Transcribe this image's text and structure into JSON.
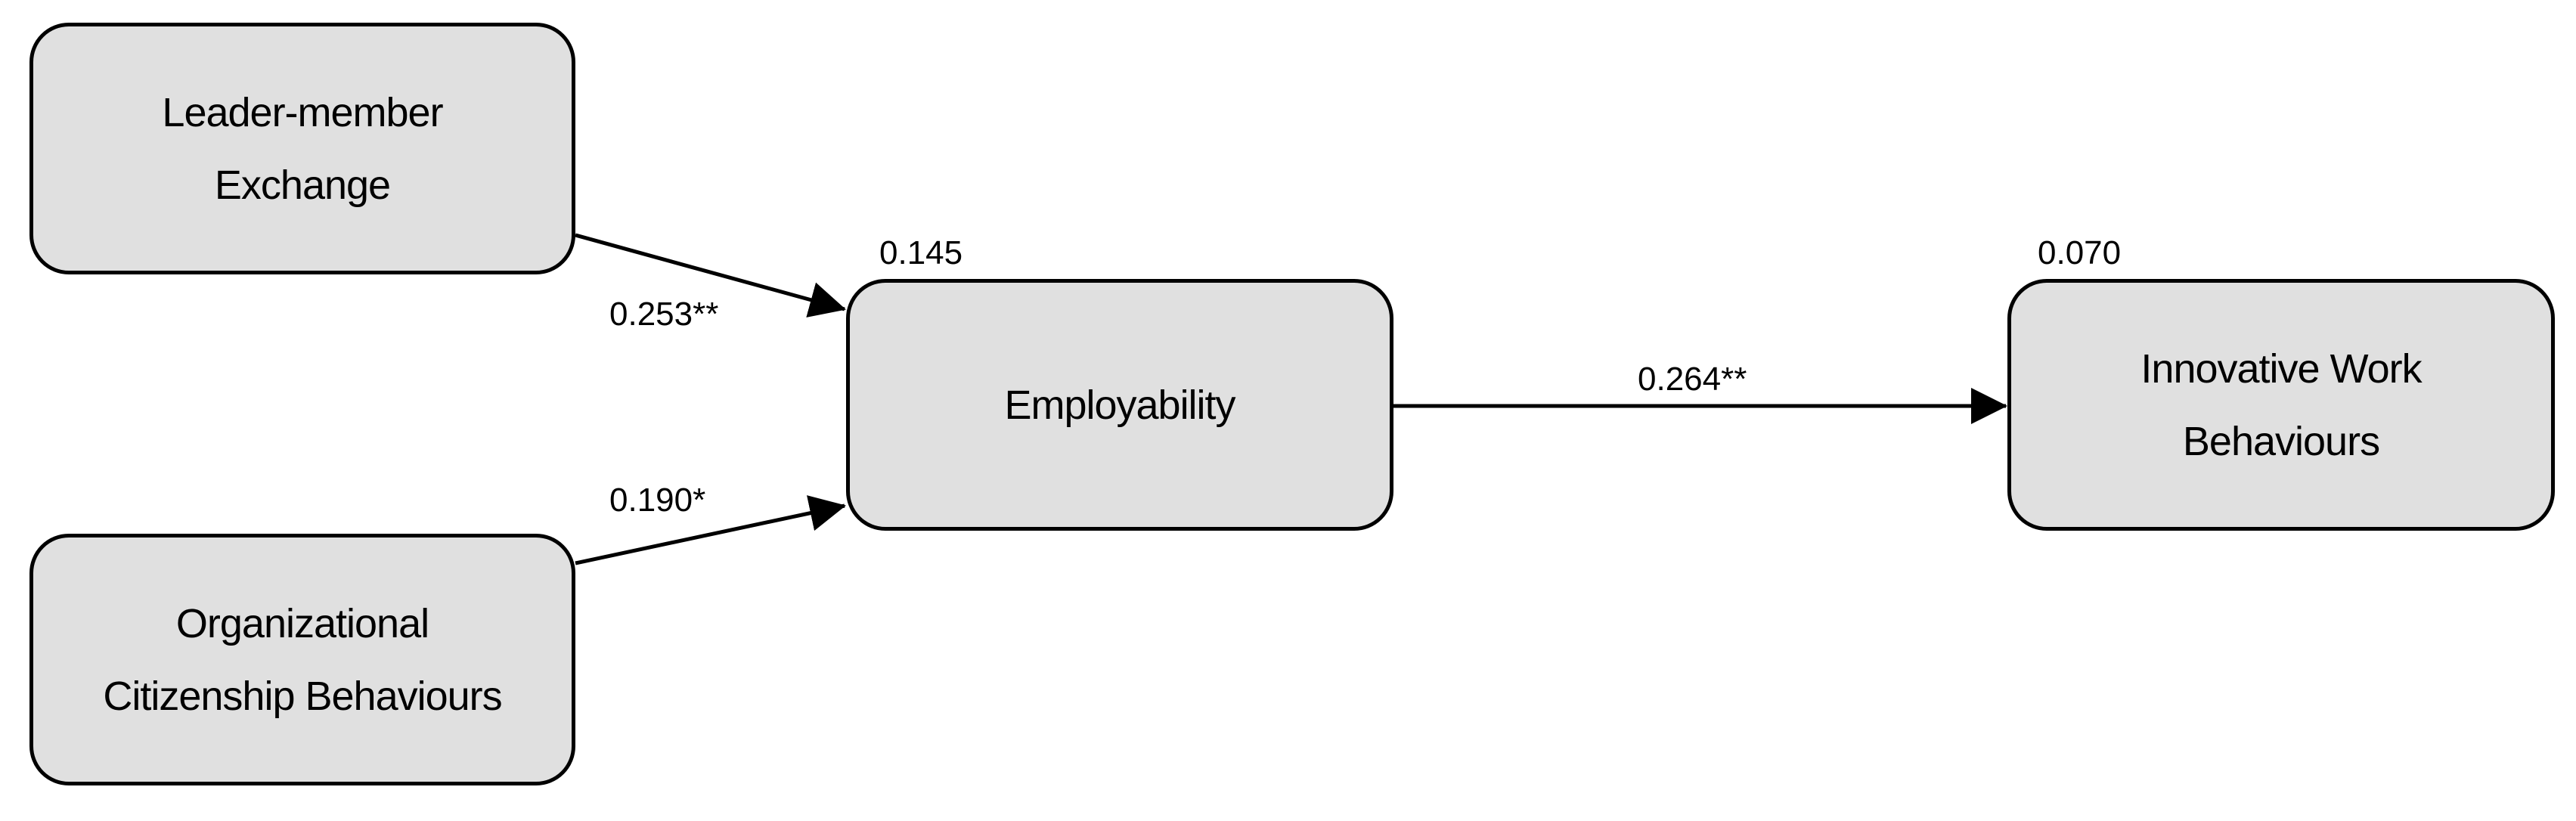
{
  "diagram": {
    "nodes": [
      {
        "id": "lmx",
        "lines": [
          "Leader-member",
          "Exchange"
        ]
      },
      {
        "id": "ocb",
        "lines": [
          "Organizational",
          "Citizenship Behaviours"
        ]
      },
      {
        "id": "employability",
        "lines": [
          "Employability"
        ],
        "r2": "0.145"
      },
      {
        "id": "iwb",
        "lines": [
          "Innovative Work",
          "Behaviours"
        ],
        "r2": "0.070"
      }
    ],
    "paths": [
      {
        "from": "lmx",
        "to": "employability",
        "label": "0.253**"
      },
      {
        "from": "ocb",
        "to": "employability",
        "label": "0.190*"
      },
      {
        "from": "employability",
        "to": "iwb",
        "label": "0.264**"
      }
    ],
    "colors": {
      "node_fill": "#e0e0e0",
      "stroke": "#000000"
    }
  }
}
